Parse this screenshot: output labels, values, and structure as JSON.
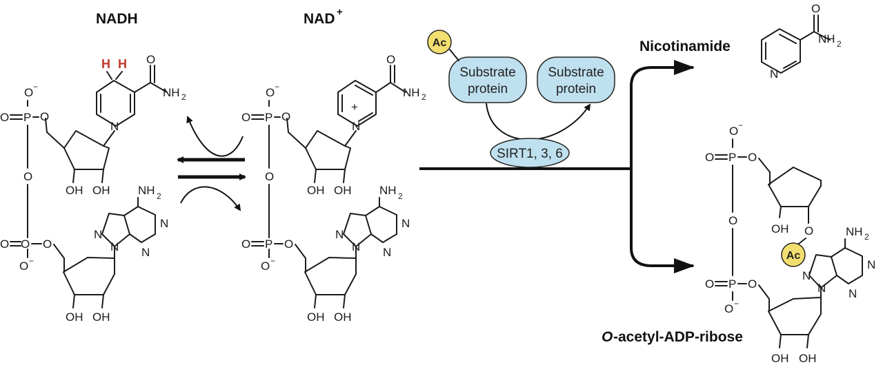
{
  "labels": {
    "nadh": "NADH",
    "nad_plus": "NAD",
    "nad_plus_charge": "+",
    "nicotinamide": "Nicotinamide",
    "oaadpr_italic": "O",
    "oaadpr_rest": "-acetyl-ADP-ribose"
  },
  "nodes": {
    "substrate_protein_in_line1": "Substrate",
    "substrate_protein_in_line2": "protein",
    "substrate_protein_out_line1": "Substrate",
    "substrate_protein_out_line2": "protein",
    "enzyme": "SIRT1, 3, 6",
    "acetyl_group": "Ac",
    "acetyl_group_product": "Ac"
  },
  "atoms": {
    "hydrogen": "H",
    "oxygen": "O",
    "phosphorus": "P",
    "nitrogen": "N",
    "charge_minus": "−",
    "charge_plus": "+",
    "hydroxyl": "OH",
    "amine": "NH",
    "amine_sub": "2"
  },
  "colors": {
    "red_hydrogen": "#c0392b",
    "node_fill": "#bfe0ef",
    "acetyl_fill": "#f3df6f",
    "ink": "#111111"
  }
}
